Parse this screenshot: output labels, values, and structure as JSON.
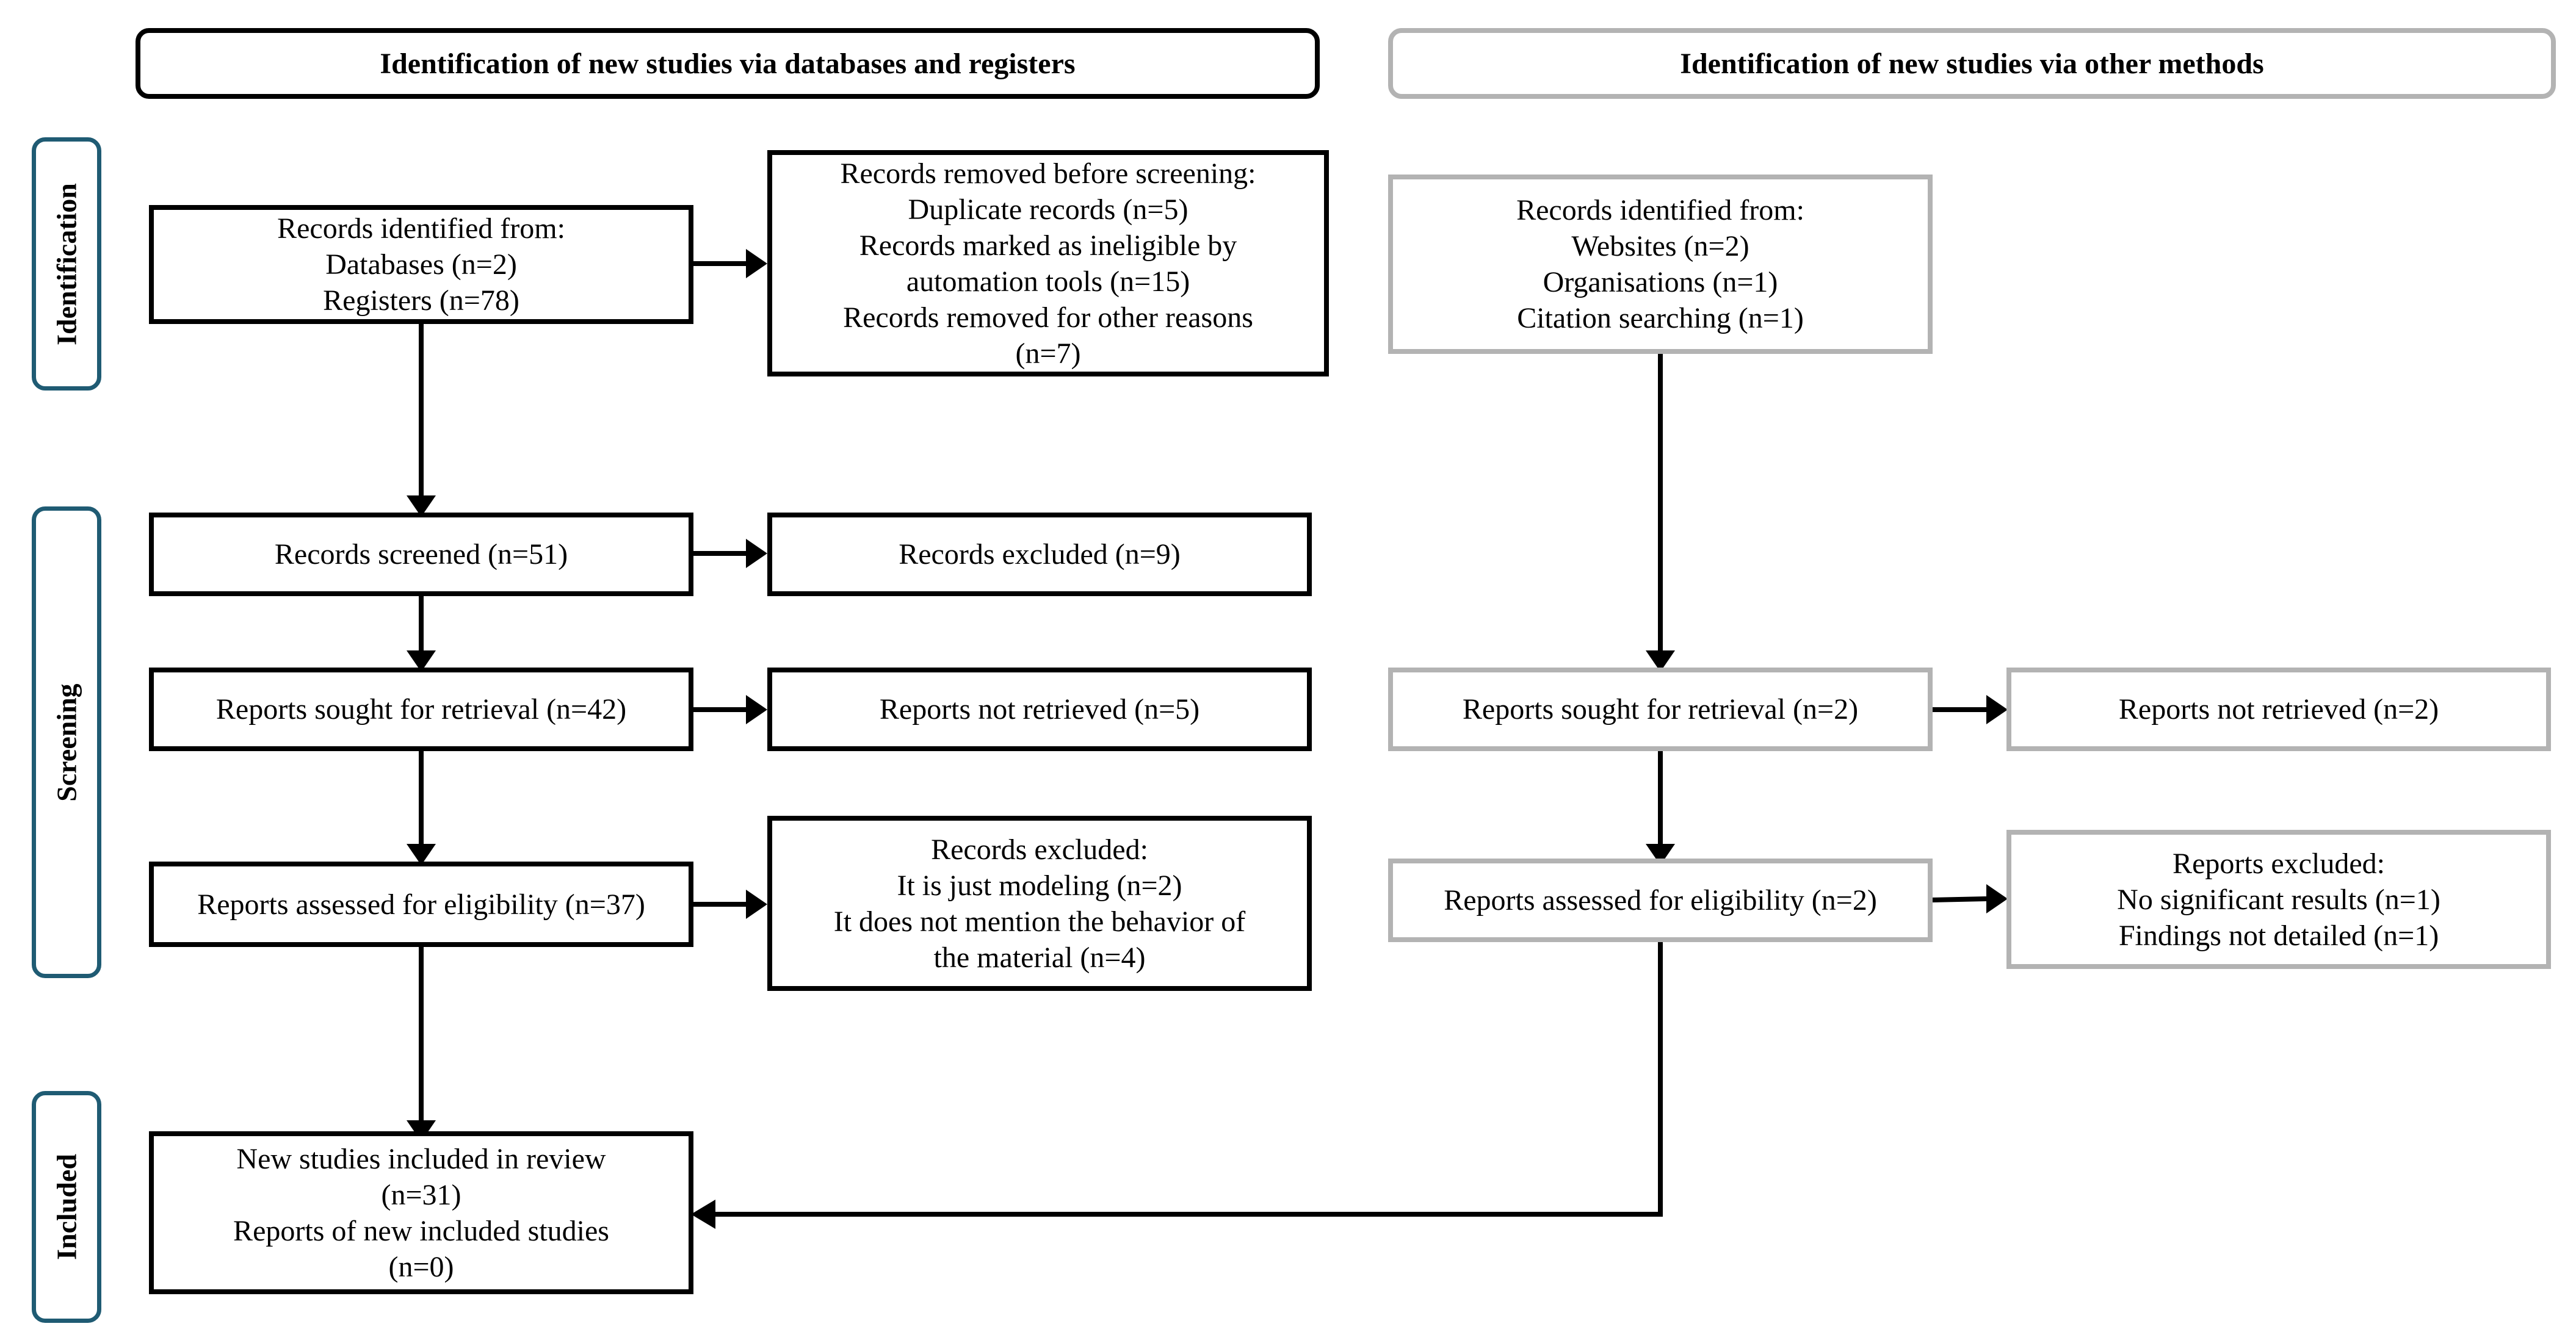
{
  "headers": {
    "left": "Identification of new studies via databases and registers",
    "right": "Identification of new studies via other methods"
  },
  "stages": {
    "identification": "Identification",
    "screening": "Screening",
    "included": "Included"
  },
  "left": {
    "records_identified": [
      "Records identified from:",
      "Databases (n=2)",
      "Registers (n=78)"
    ],
    "records_removed": [
      "Records removed before screening:",
      "Duplicate records (n=5)",
      "Records marked as ineligible by",
      "automation tools (n=15)",
      "Records removed for other reasons",
      "(n=7)"
    ],
    "records_screened": [
      "Records screened (n=51)"
    ],
    "records_excluded": [
      "Records excluded (n=9)"
    ],
    "reports_sought": [
      "Reports sought for retrieval (n=42)"
    ],
    "reports_not_retrieved": [
      "Reports not retrieved (n=5)"
    ],
    "reports_assessed": [
      "Reports assessed for eligibility (n=37)"
    ],
    "reports_excluded": [
      "Records excluded:",
      "It is just modeling (n=2)",
      "It does not mention the behavior of",
      "the material (n=4)"
    ],
    "included": [
      "New studies included in review",
      "(n=31)",
      "Reports of new included studies",
      "(n=0)"
    ]
  },
  "right": {
    "records_identified": [
      "Records identified from:",
      "Websites (n=2)",
      "Organisations (n=1)",
      "Citation searching (n=1)"
    ],
    "reports_sought": [
      "Reports sought for retrieval (n=2)"
    ],
    "reports_not_retrieved": [
      "Reports not retrieved (n=2)"
    ],
    "reports_assessed": [
      "Reports assessed for eligibility (n=2)"
    ],
    "reports_excluded": [
      "Reports excluded:",
      "No significant results (n=1)",
      "Findings not detailed (n=1)"
    ]
  }
}
